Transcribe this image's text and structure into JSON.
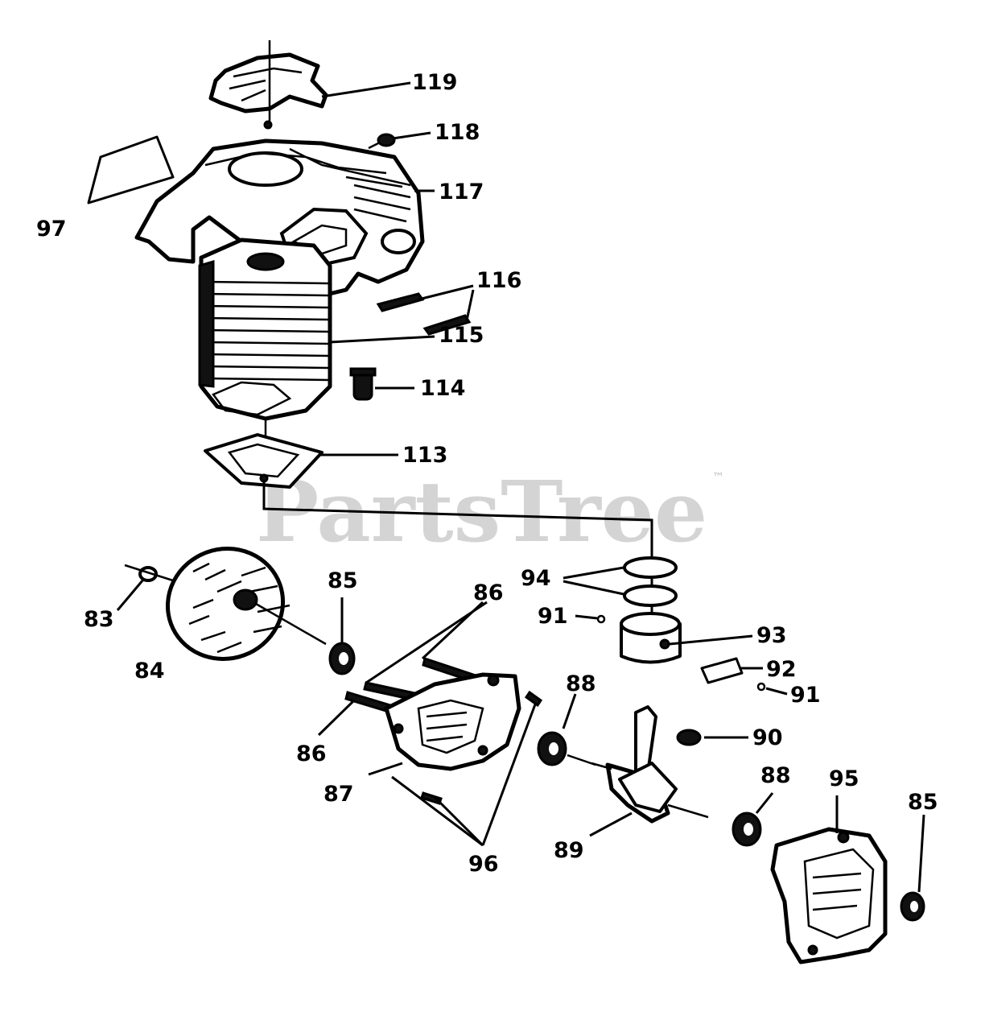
{
  "watermark": {
    "text": "PartsTree",
    "trademark": "™"
  },
  "callouts": [
    {
      "id": "c119",
      "text": "119"
    },
    {
      "id": "c118",
      "text": "118"
    },
    {
      "id": "c117",
      "text": "117"
    },
    {
      "id": "c97",
      "text": "97"
    },
    {
      "id": "c116",
      "text": "116"
    },
    {
      "id": "c115",
      "text": "115"
    },
    {
      "id": "c114",
      "text": "114"
    },
    {
      "id": "c113",
      "text": "113"
    },
    {
      "id": "c94",
      "text": "94"
    },
    {
      "id": "c91a",
      "text": "91"
    },
    {
      "id": "c93",
      "text": "93"
    },
    {
      "id": "c92",
      "text": "92"
    },
    {
      "id": "c91b",
      "text": "91"
    },
    {
      "id": "c83",
      "text": "83"
    },
    {
      "id": "c85a",
      "text": "85"
    },
    {
      "id": "c86a",
      "text": "86"
    },
    {
      "id": "c84",
      "text": "84"
    },
    {
      "id": "c88a",
      "text": "88"
    },
    {
      "id": "c90",
      "text": "90"
    },
    {
      "id": "c86b",
      "text": "86"
    },
    {
      "id": "c87",
      "text": "87"
    },
    {
      "id": "c88b",
      "text": "88"
    },
    {
      "id": "c95",
      "text": "95"
    },
    {
      "id": "c85b",
      "text": "85"
    },
    {
      "id": "c89",
      "text": "89"
    },
    {
      "id": "c96",
      "text": "96"
    }
  ]
}
